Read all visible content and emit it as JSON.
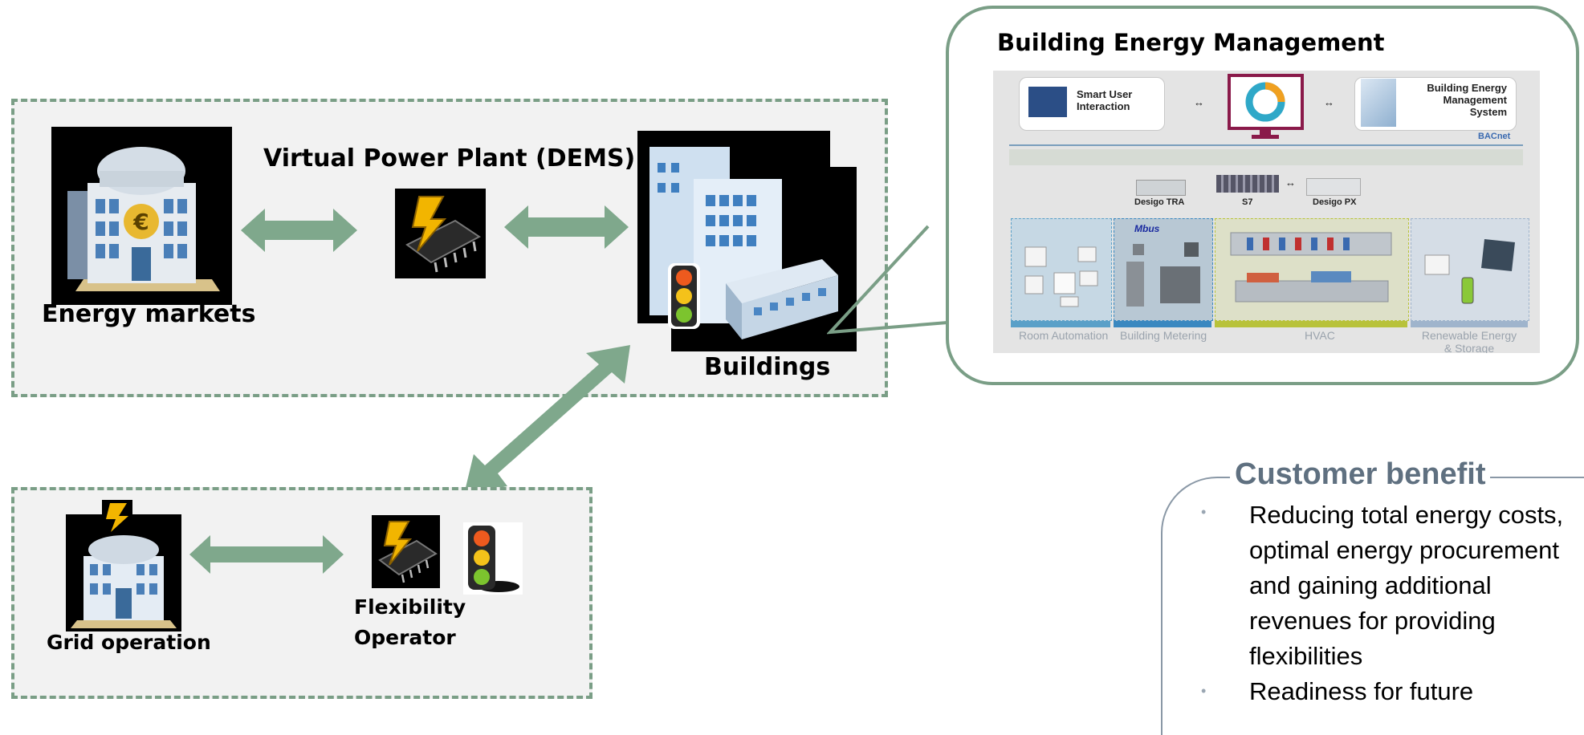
{
  "vpp": {
    "energy_markets_label": "Energy markets",
    "vpp_label": "Virtual Power Plant (DEMS)",
    "buildings_label": "Buildings"
  },
  "grid": {
    "grid_operation_label": "Grid operation",
    "flexibility_operator_label": "Flexibility\nOperator"
  },
  "bem": {
    "title": "Building Energy Management",
    "smart_user": "Smart User\nInteraction",
    "bems": "Building Energy\nManagement\nSystem",
    "bacnet": "BACnet",
    "desigo_tra": "Desigo TRA",
    "s7": "S7",
    "desigo_px": "Desigo PX",
    "mbus": "Mbus",
    "sections": [
      "Room Automation",
      "Building Metering",
      "HVAC",
      "Renewable Energy\n& Storage"
    ],
    "section_colors": [
      "#5aa0c8",
      "#3a88c0",
      "#b8c23a",
      "#9fb4cc"
    ]
  },
  "benefit": {
    "title": "Customer benefit",
    "items": [
      "Reducing total energy costs, optimal energy procurement and gaining additional revenues for providing flexibilities",
      "Readiness for future"
    ]
  },
  "colors": {
    "arrow": "#7fa88c",
    "zone_border": "#7a9e86",
    "callout_border": "#7a9e86"
  }
}
